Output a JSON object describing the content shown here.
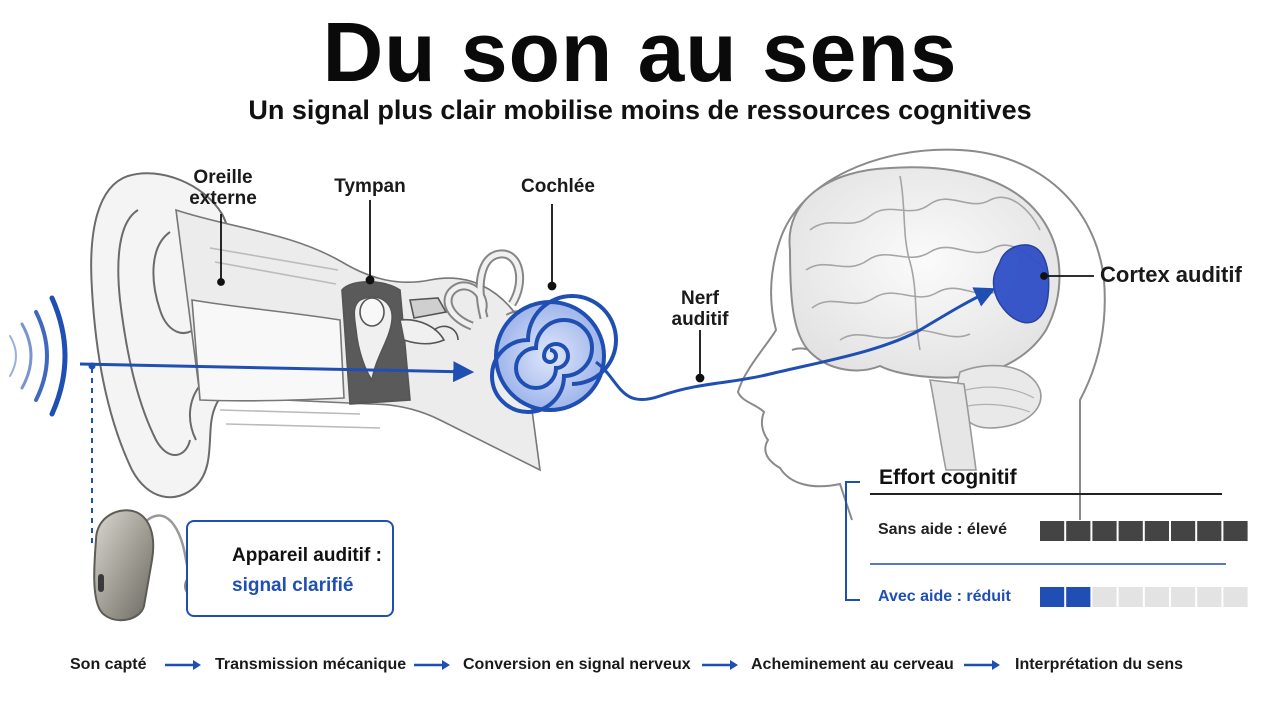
{
  "header": {
    "title": "Du son au sens",
    "subtitle": "Un signal plus clair mobilise moins de ressources cognitives"
  },
  "labels": {
    "outer_ear": [
      "Oreille",
      "externe"
    ],
    "eardrum": "Tympan",
    "cochlea": "Cochlée",
    "nerve": [
      "Nerf",
      "auditif"
    ],
    "cortex": "Cortex auditif"
  },
  "device": {
    "title": "Appareil auditif :",
    "value": "signal clarifié"
  },
  "effort": {
    "title": "Effort cognitif",
    "rows": [
      {
        "label": "Sans aide : élevé",
        "filled": 8,
        "total": 8,
        "color": "#444444"
      },
      {
        "label": "Avec aide : réduit",
        "filled": 2,
        "total": 8,
        "color": "#1f4fb3"
      }
    ]
  },
  "flow": [
    "Son capté",
    "Transmission mécanique",
    "Conversion en signal nerveux",
    "Acheminement au cerveau",
    "Interprétation du sens"
  ],
  "colors": {
    "accent": "#1f4fb3",
    "cortex": "#2f4fc7",
    "bar_dark": "#444444",
    "bar_empty": "#e3e3e3",
    "line_art": "#6b6b6b"
  }
}
